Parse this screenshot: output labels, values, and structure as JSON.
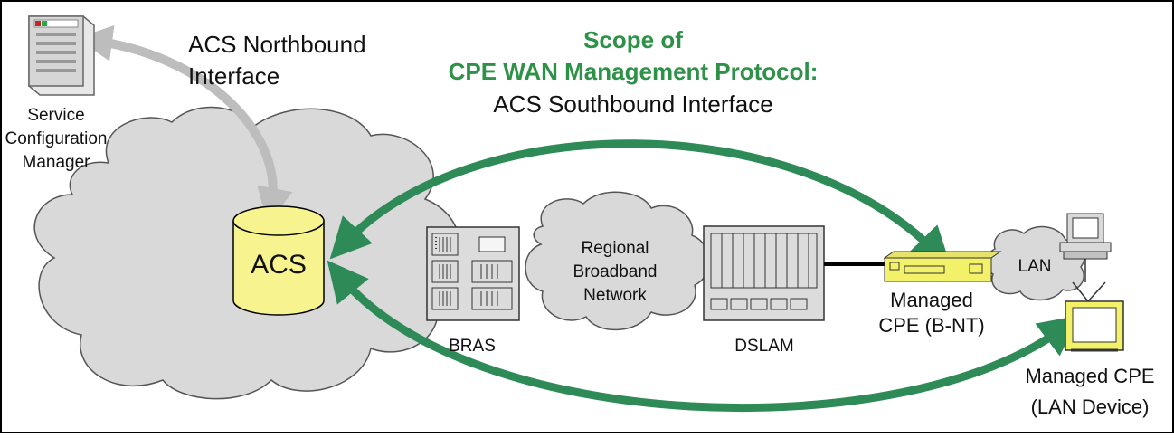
{
  "diagram": {
    "northbound_line1": "ACS Northbound",
    "northbound_line2": "Interface",
    "scope_line1": "Scope of",
    "scope_line2": "CPE WAN Management Protocol:",
    "scope_line3": "ACS Southbound Interface",
    "scm_line1": "Service",
    "scm_line2": "Configuration",
    "scm_line3": "Manager",
    "acs_label": "ACS",
    "regional_line1": "Regional",
    "regional_line2": "Broadband",
    "regional_line3": "Network",
    "bras_label": "BRAS",
    "dslam_label": "DSLAM",
    "lan_label": "LAN",
    "bnt_line1": "Managed",
    "bnt_line2": "CPE (B-NT)",
    "landev_line1": "Managed CPE",
    "landev_line2": "(LAN Device)"
  },
  "colors": {
    "green_arrow": "#2e8b57",
    "gray_arrow": "#bdbdbd",
    "cloud_fill": "#d9d9d9",
    "acs_fill": "#f7f48f",
    "device_yellow": "#f3f06a",
    "border": "#000000"
  }
}
